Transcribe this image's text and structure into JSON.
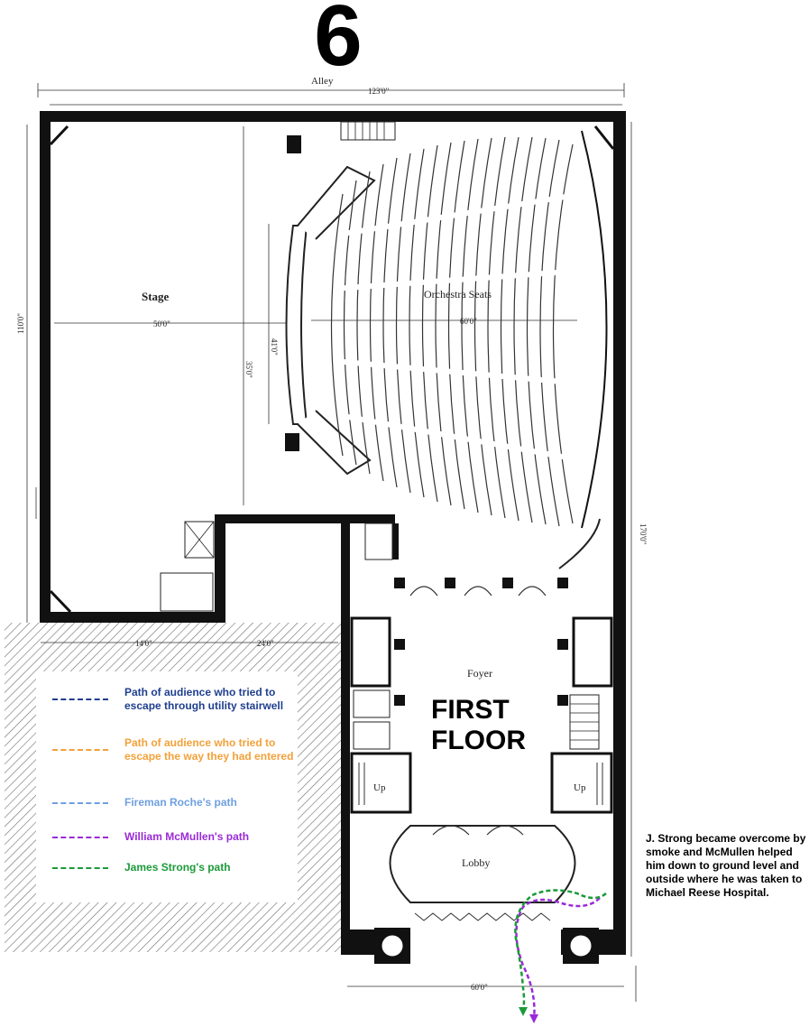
{
  "page_number": "6",
  "labels": {
    "alley": "Alley",
    "stage": "Stage",
    "orchestra": "Orchestra Seats",
    "foyer": "Foyer",
    "lobby": "Lobby",
    "up_left": "Up",
    "up_right": "Up",
    "first_floor_line1": "FIRST",
    "first_floor_line2": "FLOOR"
  },
  "dimensions": {
    "top_width": "123'0\"",
    "stage_width": "50'0\"",
    "orchestra_width": "60'0\"",
    "stage_depth": "35'0\"",
    "orchestra_depth": "41'0\"",
    "left_depth": "110'0\"",
    "right_depth": "170'0\"",
    "front_width": "60'0\"",
    "lower_width": "14'0\"",
    "lower_width2": "24'0\""
  },
  "legend": [
    {
      "text": "Path of audience who tried to escape through utility stairwell",
      "color": "#1f3f8f"
    },
    {
      "text": "Path of audience who tried to escape the way they had entered",
      "color": "#f2a13a"
    },
    {
      "text": "Fireman Roche's path",
      "color": "#6f9fe0"
    },
    {
      "text": "William McMullen's path",
      "color": "#9a2ad8"
    },
    {
      "text": "James Strong's path",
      "color": "#1c9a3a"
    }
  ],
  "note": "J. Strong became overcome by smoke and McMullen helped him down to ground level and outside where he was taken to Michael Reese Hospital."
}
